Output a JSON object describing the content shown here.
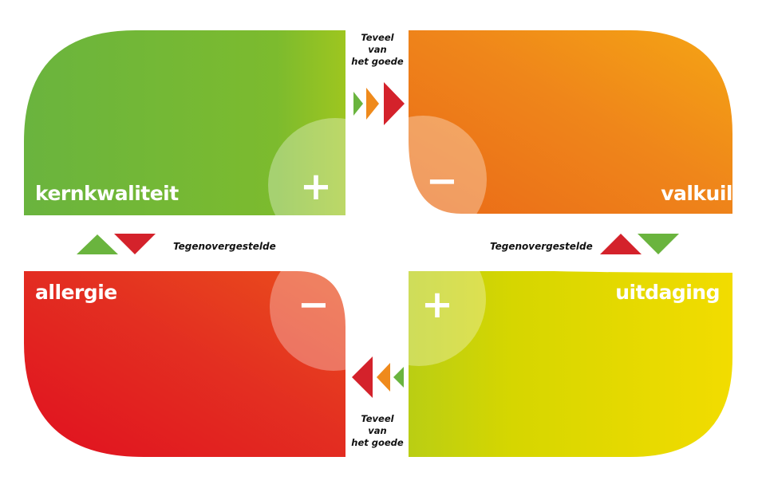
{
  "quadrants": {
    "kernkwaliteit": {
      "label": "kernkwaliteit",
      "sign": "+"
    },
    "valkuil": {
      "label": "valkuil",
      "sign": "−"
    },
    "allergie": {
      "label": "allergie",
      "sign": "−"
    },
    "uitdaging": {
      "label": "uitdaging",
      "sign": "+"
    }
  },
  "connectors": {
    "top": [
      "Teveel",
      "van",
      "het goede"
    ],
    "bottom": [
      "Teveel",
      "van",
      "het goede"
    ],
    "left": "Tegenovergestelde",
    "right": "Tegenovergestelde"
  },
  "colors": {
    "green": "#6ab43e",
    "orange": "#ef8a1c",
    "red": "#d4222b",
    "yellow": "#f0dc00"
  }
}
